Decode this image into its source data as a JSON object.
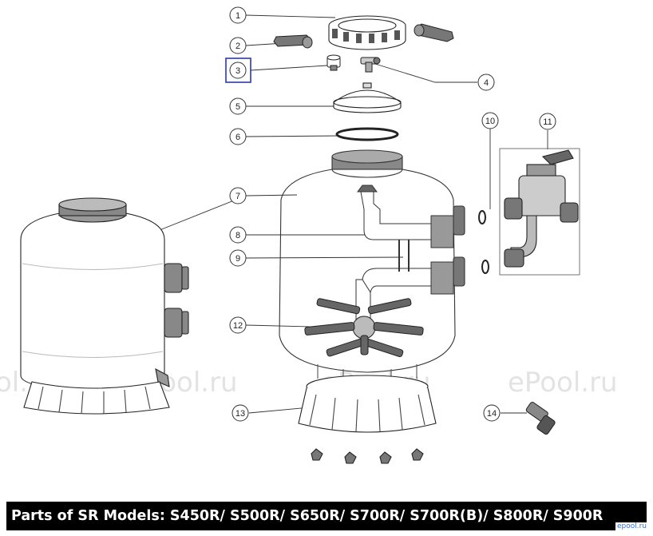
{
  "callouts": [
    {
      "id": "1",
      "label": "1"
    },
    {
      "id": "2",
      "label": "2"
    },
    {
      "id": "3",
      "label": "3",
      "highlighted": true
    },
    {
      "id": "4",
      "label": "4"
    },
    {
      "id": "5",
      "label": "5"
    },
    {
      "id": "6",
      "label": "6"
    },
    {
      "id": "7",
      "label": "7"
    },
    {
      "id": "8",
      "label": "8"
    },
    {
      "id": "9",
      "label": "9"
    },
    {
      "id": "10",
      "label": "10"
    },
    {
      "id": "11",
      "label": "11"
    },
    {
      "id": "12",
      "label": "12"
    },
    {
      "id": "13",
      "label": "13"
    },
    {
      "id": "14",
      "label": "14"
    }
  ],
  "watermarks": [
    "ol.ru",
    "ePool.ru",
    "ePool.ru",
    "ePool.ru"
  ],
  "footer": {
    "title": "Parts of SR Models: S450R/ S500R/ S650R/ S700R/ S700R(B)/ S800R/ S900R"
  },
  "corner_mark": "epool.ru",
  "colors": {
    "highlight_box": "#2b3aa8",
    "footer_bg": "#000000",
    "footer_text": "#ffffff",
    "line": "#333333",
    "watermark": "#e3e3e3"
  }
}
